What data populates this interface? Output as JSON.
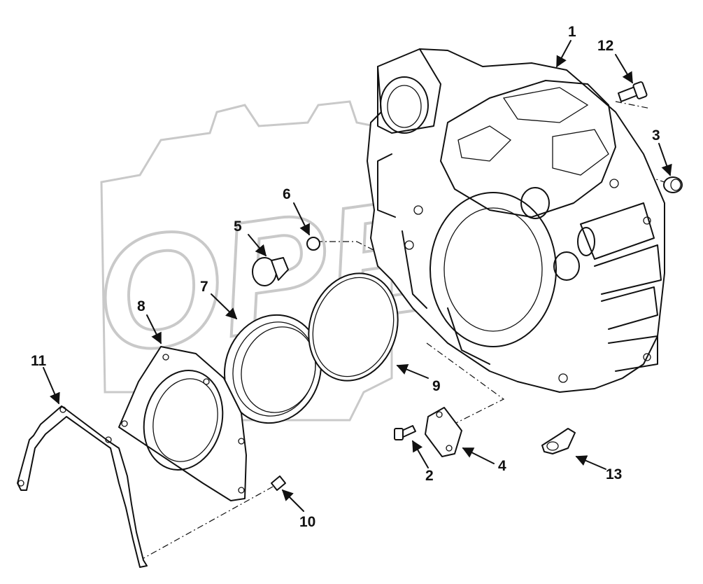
{
  "diagram": {
    "callouts": [
      {
        "id": "1",
        "label": "1"
      },
      {
        "id": "2",
        "label": "2"
      },
      {
        "id": "3",
        "label": "3"
      },
      {
        "id": "4",
        "label": "4"
      },
      {
        "id": "5",
        "label": "5"
      },
      {
        "id": "6",
        "label": "6"
      },
      {
        "id": "7",
        "label": "7"
      },
      {
        "id": "8",
        "label": "8"
      },
      {
        "id": "9",
        "label": "9"
      },
      {
        "id": "10",
        "label": "10"
      },
      {
        "id": "11",
        "label": "11"
      },
      {
        "id": "12",
        "label": "12"
      },
      {
        "id": "13",
        "label": "13"
      }
    ],
    "watermark": {
      "text": "OPEX"
    },
    "line_color": "#111111",
    "watermark_color": "#c9c9c9"
  }
}
